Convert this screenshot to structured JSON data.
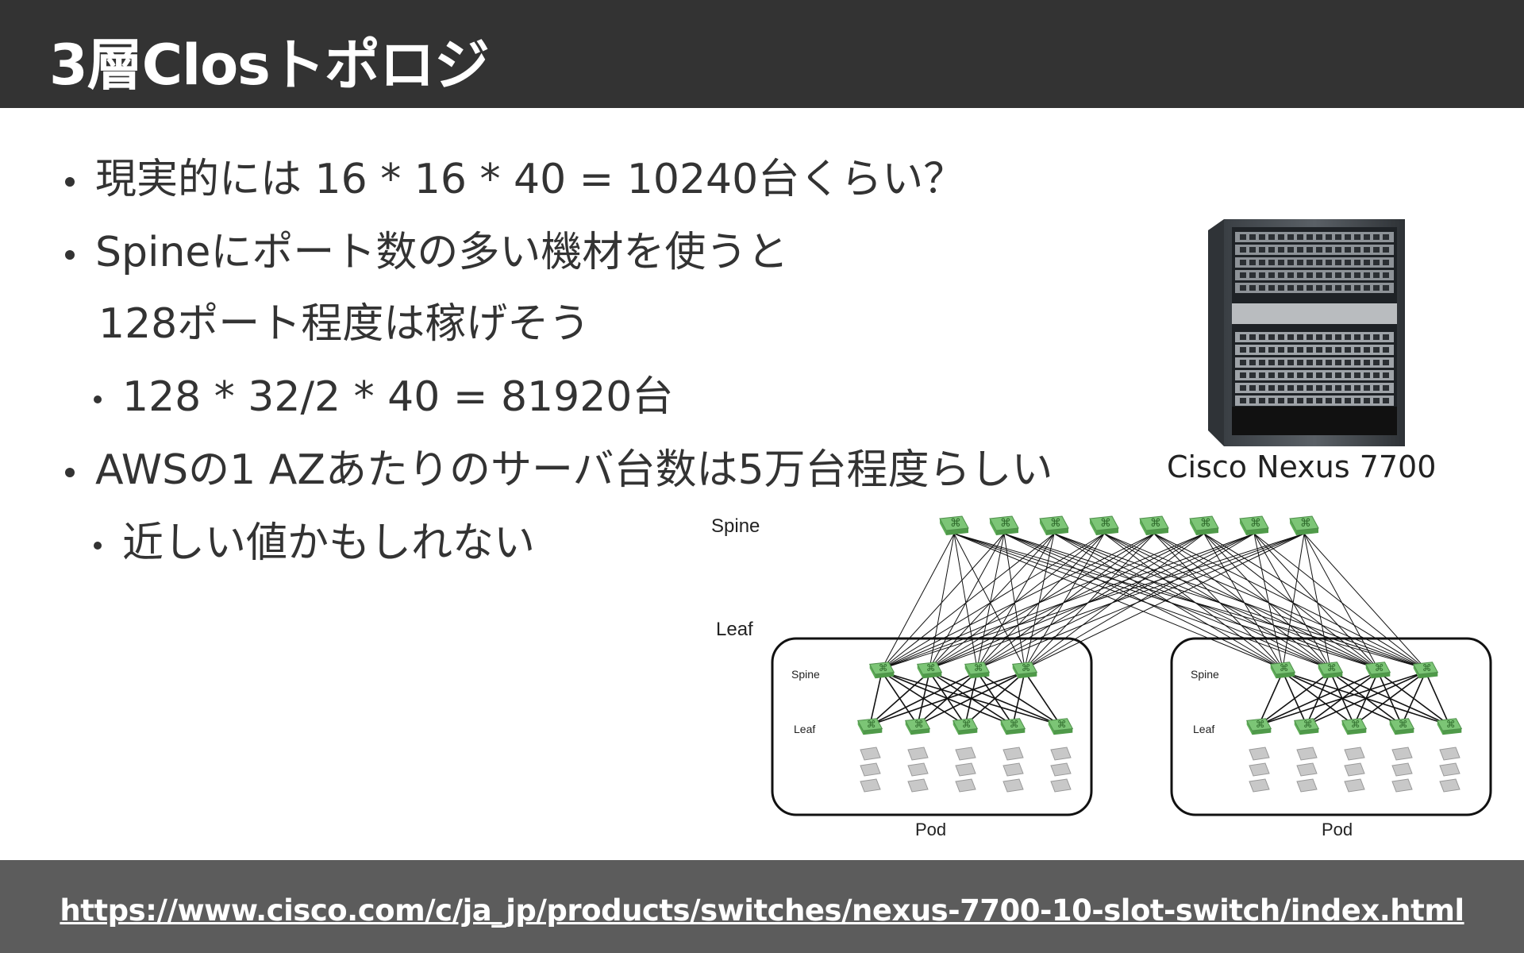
{
  "slide": {
    "title": "3層Closトポロジ",
    "bullets": [
      {
        "level": 1,
        "text": "現実的には 16 * 16 * 40 = 10240台くらい？"
      },
      {
        "level": 1,
        "text": "Spineにポート数の多い機材を使うと",
        "continuation": "128ポート程度は稼げそう"
      },
      {
        "level": 2,
        "text": "128 * 32/2 * 40 = 81920台"
      },
      {
        "level": 1,
        "text": "AWSの1 AZあたりのサーバ台数は5万台程度らしい"
      },
      {
        "level": 2,
        "text": "近しい値かもしれない"
      }
    ]
  },
  "image": {
    "caption": "Cisco Nexus 7700"
  },
  "diagram": {
    "top_spine_label": "Spine",
    "top_leaf_label": "Leaf",
    "pod_spine_label": "Spine",
    "pod_leaf_label": "Leaf",
    "pod_label": "Pod",
    "switch_color": "#7cc576",
    "server_color": "#c8c8c8"
  },
  "footer": {
    "url": "https://www.cisco.com/c/ja_jp/products/switches/nexus-7700-10-slot-switch/index.html"
  }
}
